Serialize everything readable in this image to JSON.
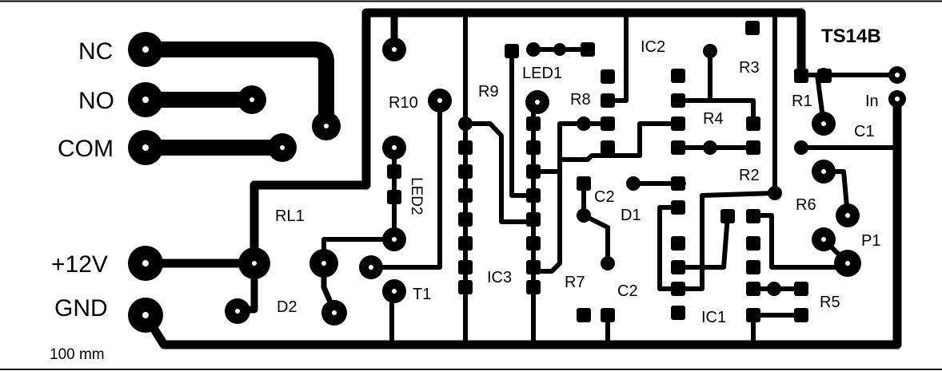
{
  "board": {
    "title": "TS14B",
    "scale_label": "100 mm",
    "trace_color": "#000000",
    "background_color": "#ffffff"
  },
  "connectors": {
    "nc": "NC",
    "no": "NO",
    "com": "COM",
    "plus12v": "+12V",
    "gnd": "GND",
    "in": "In"
  },
  "components": {
    "rl1": "RL1",
    "r10": "R10",
    "r9": "R9",
    "led1": "LED1",
    "r8": "R8",
    "ic2": "IC2",
    "r3": "R3",
    "r1": "R1",
    "r4": "R4",
    "c1": "C1",
    "r2": "R2",
    "led2": "LED2",
    "c2_top": "C2",
    "d1": "D1",
    "r6": "R6",
    "p1": "P1",
    "d2": "D2",
    "t1": "T1",
    "ic3": "IC3",
    "r7": "R7",
    "c2_bottom": "C2",
    "r5": "R5",
    "ic1": "IC1"
  }
}
